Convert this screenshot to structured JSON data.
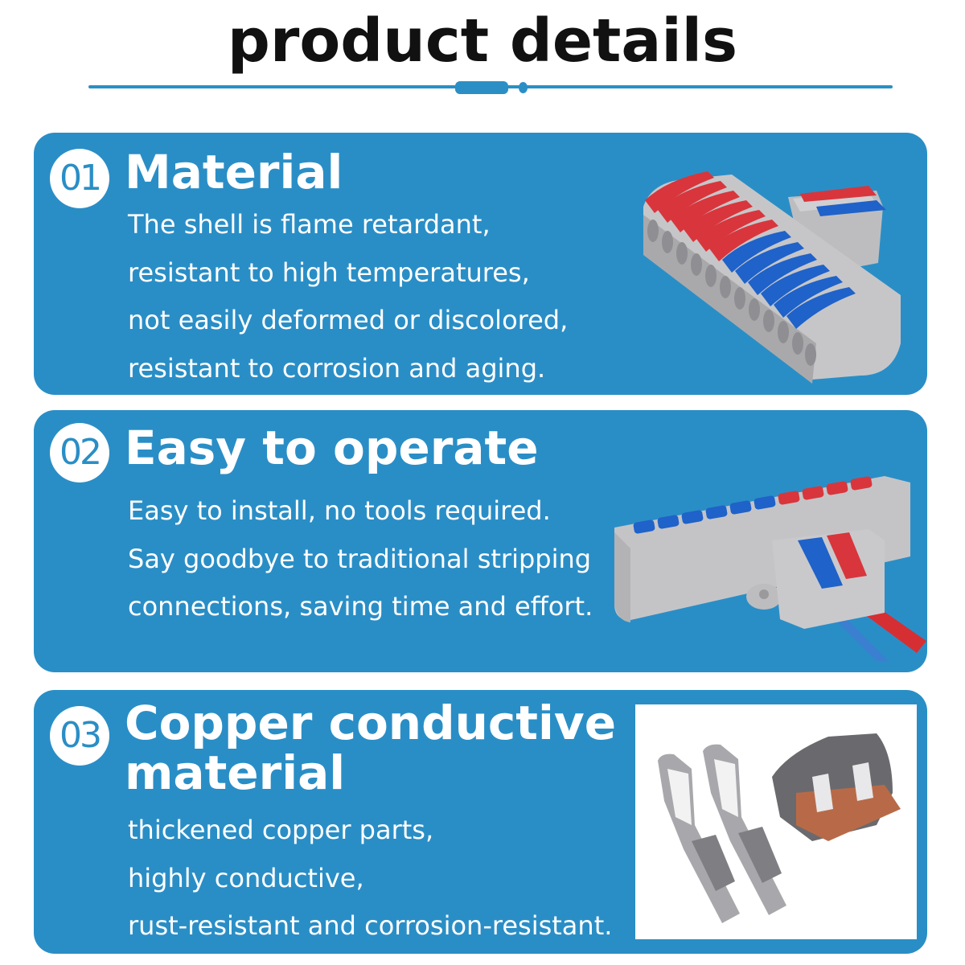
{
  "header": {
    "title": "product details"
  },
  "cards": [
    {
      "number": "01",
      "title": "Material",
      "lines": [
        "The shell is flame retardant,",
        "resistant to high temperatures,",
        "not easily deformed or discolored,",
        "resistant to corrosion and aging."
      ],
      "image": "wire-connector-12-port-red-blue-levers"
    },
    {
      "number": "02",
      "title": "Easy to operate",
      "lines": [
        "Easy to install, no tools required.",
        "Say goodbye to traditional stripping",
        "connections, saving time and effort."
      ],
      "image": "wire-connector-with-red-blue-wires"
    },
    {
      "number": "03",
      "title": "Copper conductive material",
      "title_lines": [
        "Copper conductive",
        "material"
      ],
      "lines": [
        "thickened copper parts,",
        "highly conductive,",
        "rust-resistant and corrosion-resistant."
      ],
      "image": "copper-spring-clamp-parts"
    }
  ],
  "colors": {
    "accent": "#2a8ec6",
    "lever_red": "#d9333b",
    "lever_blue": "#1e5fc8",
    "housing_grey": "#c9c9cc",
    "title_text": "#111111"
  }
}
